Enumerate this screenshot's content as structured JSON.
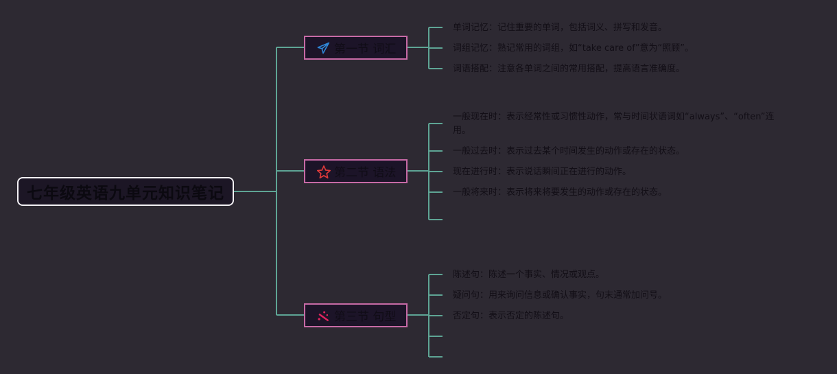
{
  "colors": {
    "background": "#2d2932",
    "connector": "#5ea595",
    "root_border": "#f3f1f5",
    "section_border": "#c76aa6",
    "icon_plane": "#2f86d6",
    "icon_star": "#e13a3a",
    "icon_wand": "#e0245e"
  },
  "root": {
    "title": "七年级英语九单元知识笔记"
  },
  "sections": [
    {
      "title": "第一节 词汇",
      "icon": "paper-plane-icon",
      "items": [
        "单词记忆：记住重要的单词，包括词义、拼写和发音。",
        "词组记忆：熟记常用的词组，如“take care of”意为“照顾”。",
        "词语搭配：注意各单词之间的常用搭配，提高语言准确度。"
      ]
    },
    {
      "title": "第二节 语法",
      "icon": "star-icon",
      "items": [
        "一般现在时：表示经常性或习惯性动作，常与时间状语词如“always”、“often”连用。",
        "一般过去时：表示过去某个时间发生的动作或存在的状态。",
        "现在进行时：表示说话瞬间正在进行的动作。",
        "一般将来时：表示将来将要发生的动作或存在的状态。",
        ""
      ]
    },
    {
      "title": "第三节 句型",
      "icon": "magic-wand-icon",
      "items": [
        "陈述句：陈述一个事实、情况或观点。",
        "疑问句：用来询问信息或确认事实，句末通常加问号。",
        "否定句：表示否定的陈述句。",
        "",
        ""
      ]
    }
  ]
}
